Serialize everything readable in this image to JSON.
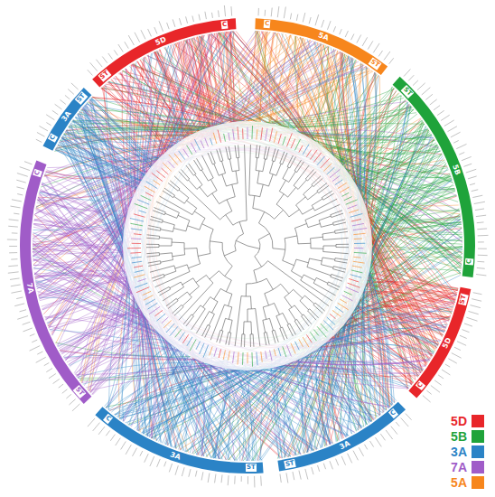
{
  "diagram": {
    "labels": [
      "ST",
      "5D",
      "C",
      "C",
      "5A",
      "ST",
      "ST",
      "5B",
      "C",
      "ST",
      "5D",
      "C",
      "C",
      "3A",
      "ST",
      "ST",
      "3A",
      "C",
      "ST",
      "7A",
      "C",
      "C",
      "3A",
      "ST"
    ],
    "legend": [
      {
        "text": "5D",
        "color": "#e8262a"
      },
      {
        "text": "5B",
        "color": "#1fa33a"
      },
      {
        "text": "3A",
        "color": "#2b83c6"
      },
      {
        "text": "7A",
        "color": "#a05cc8"
      },
      {
        "text": "5A",
        "color": "#f7861c"
      }
    ]
  }
}
